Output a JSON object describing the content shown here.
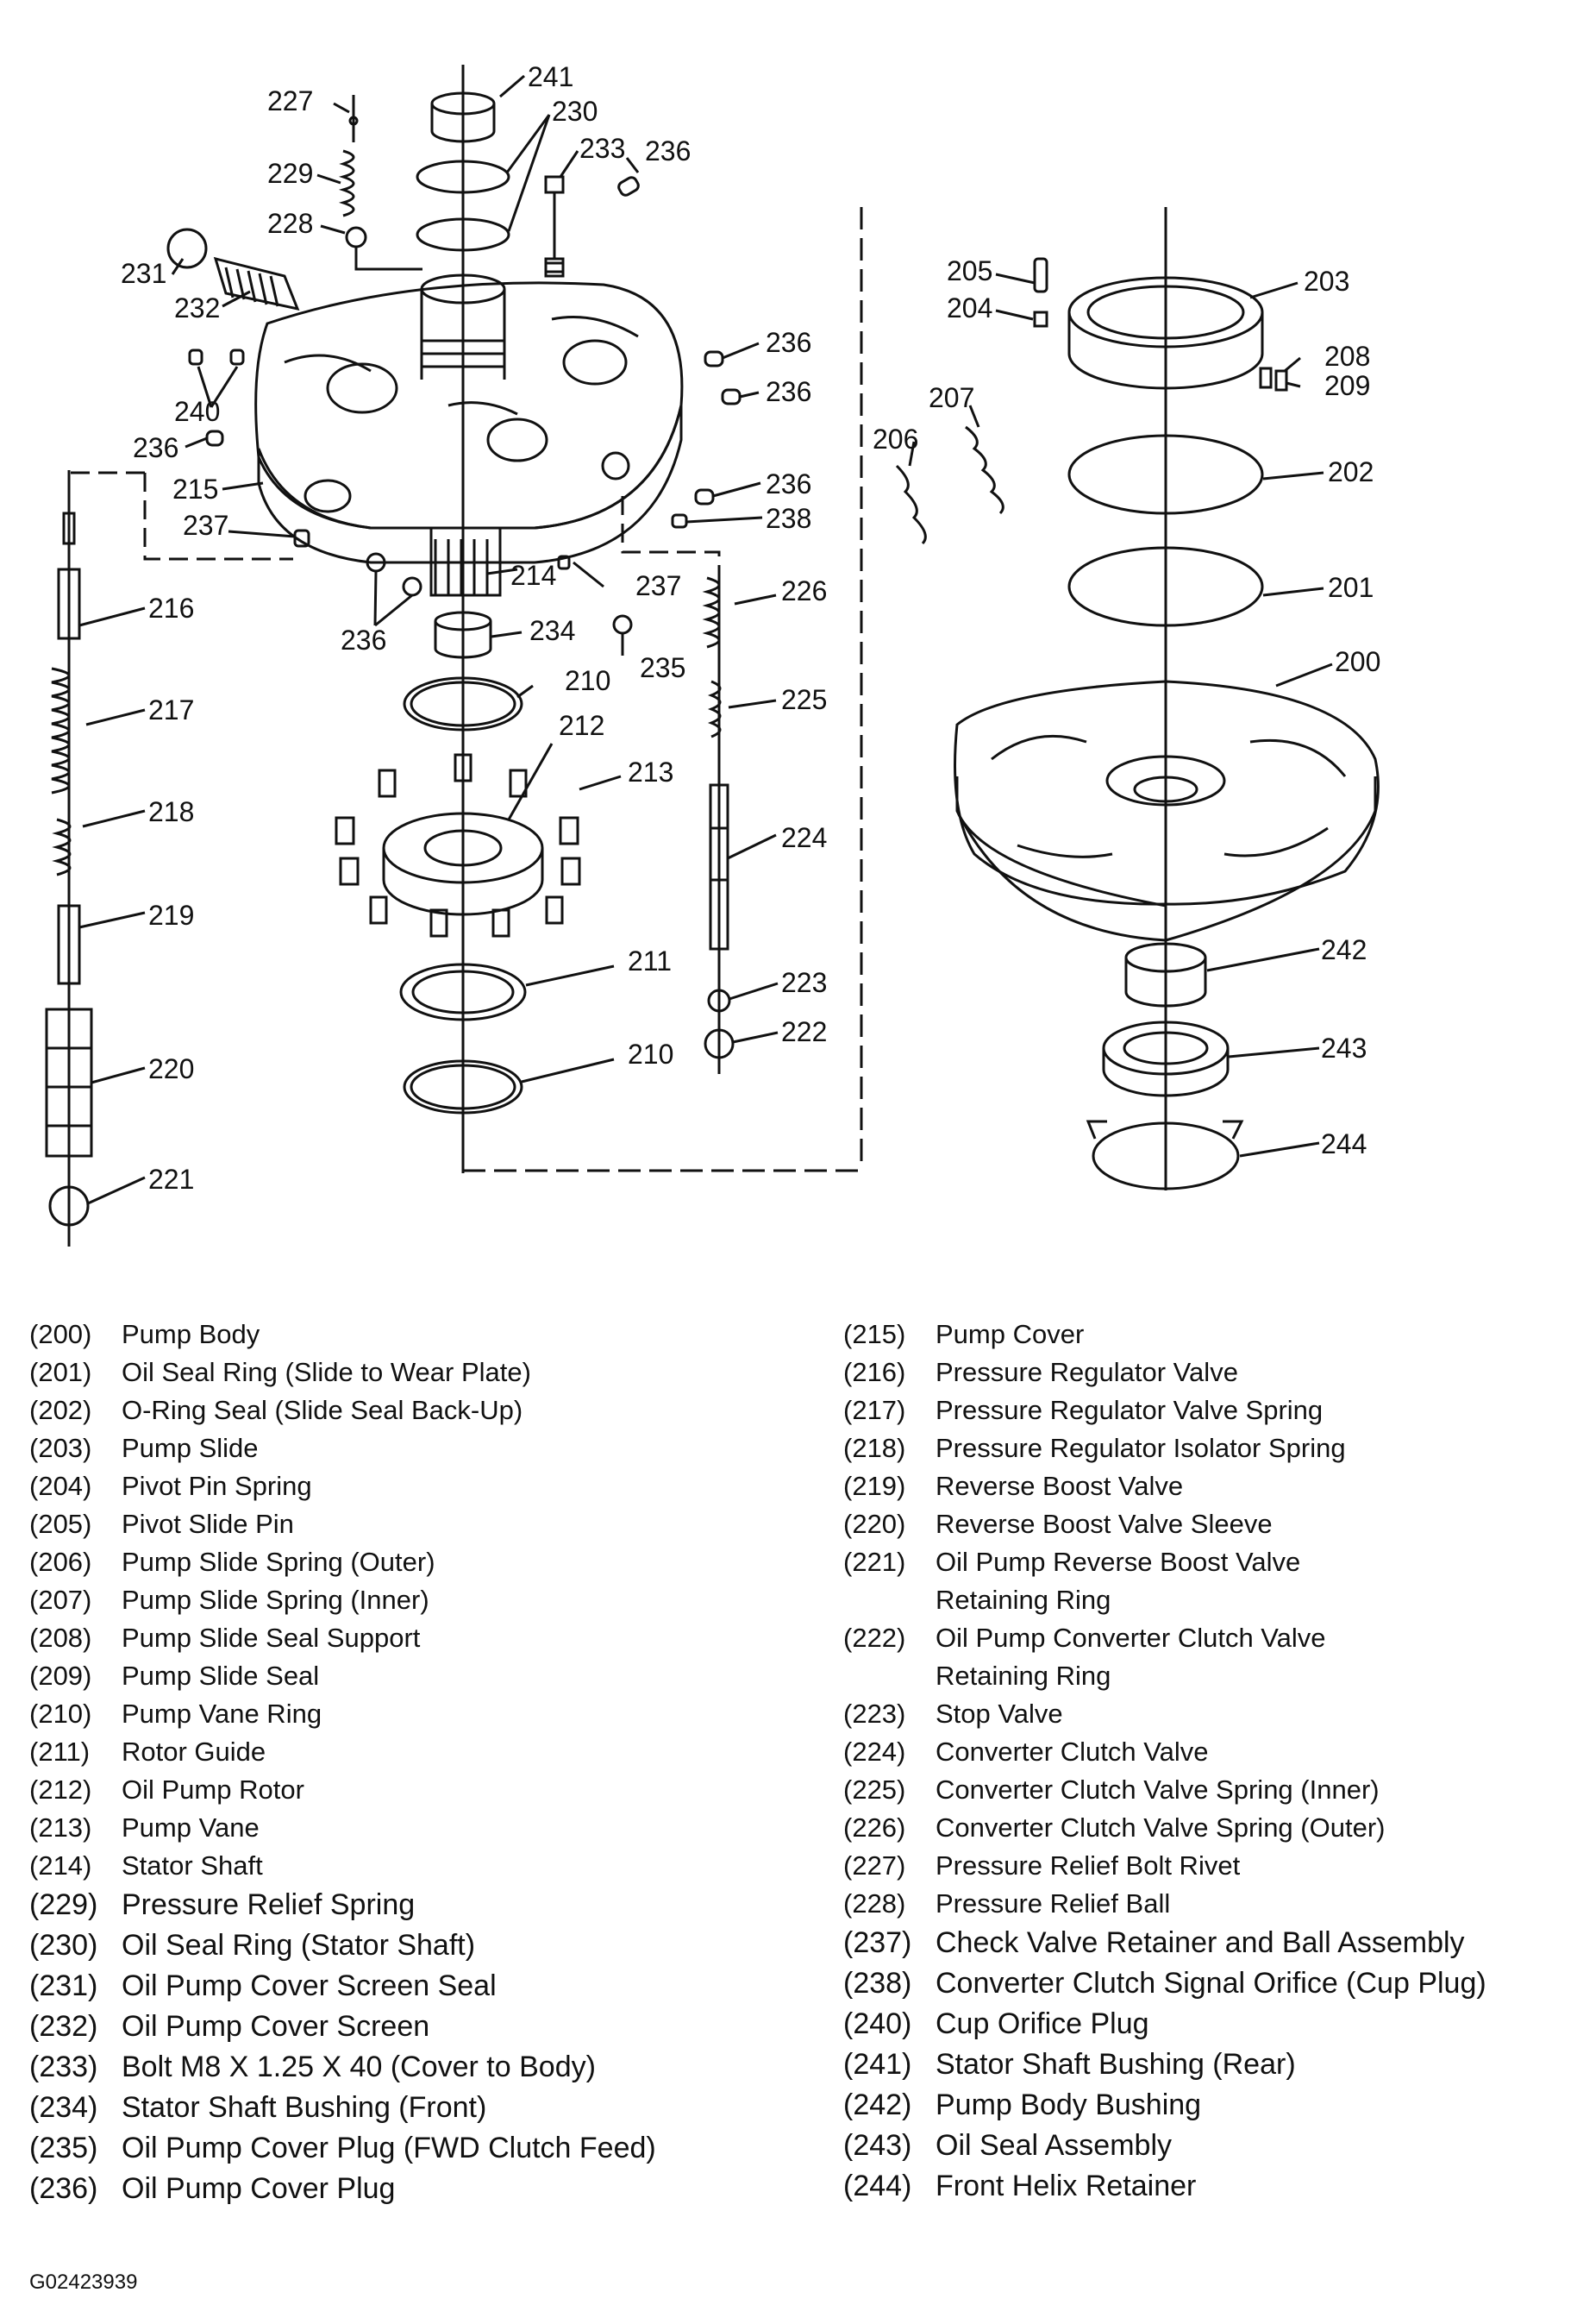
{
  "diagram": {
    "callouts": [
      "241",
      "230",
      "233",
      "236",
      "227",
      "229",
      "228",
      "231",
      "232",
      "236",
      "236",
      "240",
      "236",
      "215",
      "237",
      "216",
      "217",
      "218",
      "219",
      "220",
      "221",
      "236",
      "238",
      "237",
      "214",
      "236",
      "234",
      "235",
      "210",
      "212",
      "213",
      "211",
      "210",
      "226",
      "225",
      "224",
      "223",
      "222",
      "205",
      "204",
      "203",
      "208",
      "209",
      "207",
      "206",
      "202",
      "201",
      "200",
      "242",
      "243",
      "244"
    ]
  },
  "legend": {
    "left": [
      {
        "num": "(200)",
        "desc": "Pump Body"
      },
      {
        "num": "(201)",
        "desc": "Oil Seal Ring (Slide to Wear Plate)"
      },
      {
        "num": "(202)",
        "desc": "O-Ring Seal (Slide Seal Back-Up)"
      },
      {
        "num": "(203)",
        "desc": "Pump Slide"
      },
      {
        "num": "(204)",
        "desc": "Pivot Pin Spring"
      },
      {
        "num": "(205)",
        "desc": "Pivot Slide Pin"
      },
      {
        "num": "(206)",
        "desc": "Pump Slide Spring (Outer)"
      },
      {
        "num": "(207)",
        "desc": "Pump Slide Spring (Inner)"
      },
      {
        "num": "(208)",
        "desc": "Pump Slide Seal Support"
      },
      {
        "num": "(209)",
        "desc": "Pump Slide Seal"
      },
      {
        "num": "(210)",
        "desc": "Pump Vane Ring"
      },
      {
        "num": "(211)",
        "desc": "Rotor Guide"
      },
      {
        "num": "(212)",
        "desc": "Oil Pump Rotor"
      },
      {
        "num": "(213)",
        "desc": "Pump Vane"
      },
      {
        "num": "(214)",
        "desc": "Stator Shaft"
      }
    ],
    "left_large": [
      {
        "num": "(229)",
        "desc": "Pressure Relief Spring"
      },
      {
        "num": "(230)",
        "desc": "Oil Seal Ring (Stator Shaft)"
      },
      {
        "num": "(231)",
        "desc": "Oil Pump Cover Screen Seal"
      },
      {
        "num": "(232)",
        "desc": "Oil Pump Cover Screen"
      },
      {
        "num": "(233)",
        "desc": "Bolt M8 X 1.25 X 40 (Cover to Body)"
      },
      {
        "num": "(234)",
        "desc": "Stator Shaft Bushing (Front)"
      },
      {
        "num": "(235)",
        "desc": "Oil Pump Cover Plug (FWD Clutch Feed)"
      },
      {
        "num": "(236)",
        "desc": "Oil Pump Cover Plug"
      }
    ],
    "right": [
      {
        "num": "(215)",
        "desc": "Pump Cover"
      },
      {
        "num": "(216)",
        "desc": "Pressure Regulator Valve"
      },
      {
        "num": "(217)",
        "desc": "Pressure Regulator Valve Spring"
      },
      {
        "num": "(218)",
        "desc": "Pressure Regulator Isolator Spring"
      },
      {
        "num": "(219)",
        "desc": "Reverse Boost Valve"
      },
      {
        "num": "(220)",
        "desc": "Reverse Boost Valve Sleeve"
      },
      {
        "num": "(221)",
        "desc": "Oil Pump Reverse Boost Valve\nRetaining Ring"
      },
      {
        "num": "(222)",
        "desc": "Oil Pump Converter Clutch Valve\nRetaining Ring"
      },
      {
        "num": "(223)",
        "desc": "Stop Valve"
      },
      {
        "num": "(224)",
        "desc": "Converter Clutch Valve"
      },
      {
        "num": "(225)",
        "desc": "Converter Clutch Valve Spring (Inner)"
      },
      {
        "num": "(226)",
        "desc": "Converter Clutch Valve Spring (Outer)"
      },
      {
        "num": "(227)",
        "desc": "Pressure Relief Bolt Rivet"
      },
      {
        "num": "(228)",
        "desc": "Pressure Relief Ball"
      }
    ],
    "right_large": [
      {
        "num": "(237)",
        "desc": "Check Valve Retainer and Ball Assembly"
      },
      {
        "num": "(238)",
        "desc": "Converter Clutch Signal Orifice (Cup Plug)"
      },
      {
        "num": "(240)",
        "desc": "Cup Orifice Plug"
      },
      {
        "num": "(241)",
        "desc": "Stator Shaft Bushing (Rear)"
      },
      {
        "num": "(242)",
        "desc": "Pump Body Bushing"
      },
      {
        "num": "(243)",
        "desc": "Oil Seal Assembly"
      },
      {
        "num": "(244)",
        "desc": "Front Helix Retainer"
      }
    ]
  },
  "figure_id": "G02423939"
}
